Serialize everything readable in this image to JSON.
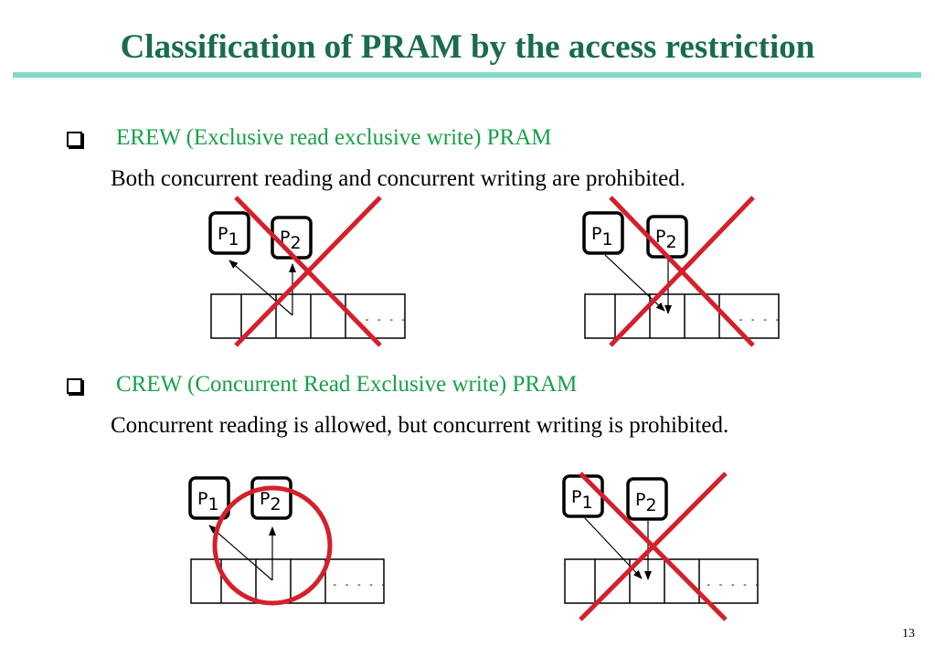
{
  "title": "Classification of PRAM by the access restriction",
  "sections": [
    {
      "heading": "EREW (Exclusive read exclusive write) PRAM",
      "description": "Both concurrent reading and concurrent writing are prohibited."
    },
    {
      "heading": "CREW (Concurrent Read Exclusive write) PRAM",
      "description": "Concurrent reading is allowed, but concurrent writing is prohibited."
    }
  ],
  "diagram": {
    "processor_letter": "P",
    "processor_1_sub": "1",
    "processor_2_sub": "2",
    "ellipsis": "- - - - -"
  },
  "page_number": "13",
  "colors": {
    "title": "#1a6b4f",
    "heading": "#17a04a",
    "rule": "#7fdcc6",
    "mark": "#d4202b"
  }
}
